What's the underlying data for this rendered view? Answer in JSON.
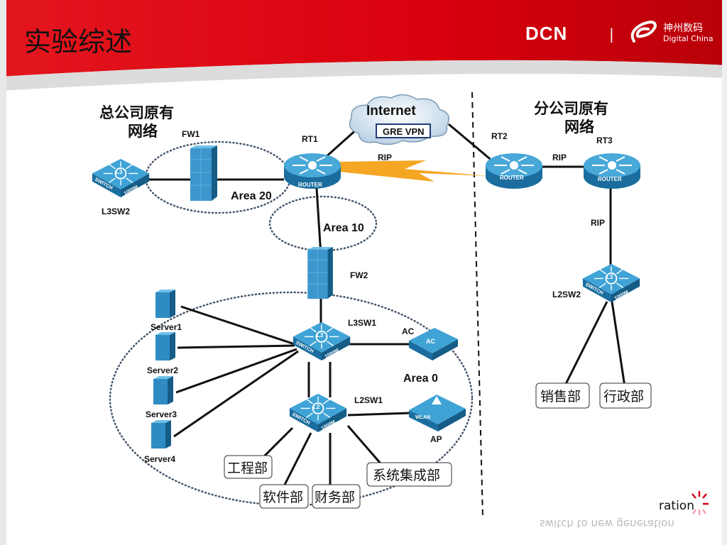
{
  "header": {
    "title": "实验综述",
    "brand": "DCN",
    "separator": "|",
    "company_cn": "神州数码",
    "company_en": "Digital China",
    "red": "#d9000d"
  },
  "hq": {
    "title_line1": "总公司原有",
    "title_line2": "网络",
    "areas": {
      "area20": "Area 20",
      "area10": "Area 10",
      "area0": "Area 0"
    },
    "devices": {
      "l3sw2": "L3SW2",
      "fw1": "FW1",
      "rt1": "RT1",
      "fw2": "FW2",
      "l3sw1": "L3SW1",
      "ac": "AC",
      "l2sw1": "L2SW1",
      "ap": "AP",
      "servers": [
        "Server1",
        "Server2",
        "Server3",
        "Server4"
      ]
    },
    "departments": [
      "工程部",
      "软件部",
      "财务部",
      "系统集成部"
    ]
  },
  "internet": {
    "label": "Internet",
    "vpn": "GRE VPN"
  },
  "link_labels": {
    "rip_wan": "RIP",
    "rip_branch": "RIP",
    "rip_down": "RIP"
  },
  "branch": {
    "title_line1": "分公司原有",
    "title_line2": "网络",
    "devices": {
      "rt2": "RT2",
      "rt3": "RT3",
      "l2sw2": "L2SW2"
    },
    "departments": [
      "销售部",
      "行政部"
    ]
  },
  "icon_text": {
    "switch": "SWITCH",
    "speed": "1000M",
    "l3": "L3",
    "l2": "L2",
    "router": "ROUTER",
    "ac": "AC",
    "wlan": "WLAN"
  },
  "footer": {
    "tagline": "ration",
    "tagline_mirror": "switch to new generation"
  },
  "colors": {
    "device_top": "#3fa3d6",
    "device_side": "#1a6d9e",
    "lightning": "#f5a623"
  }
}
